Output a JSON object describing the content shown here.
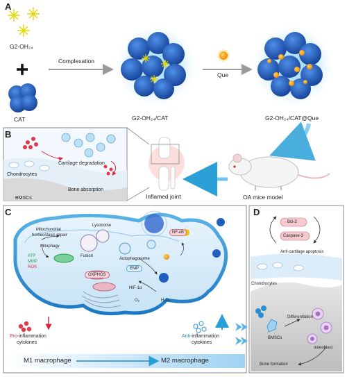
{
  "panels": {
    "A": {
      "letter": "A",
      "g2_label": "G2-OH₂₄",
      "plus": "+",
      "cat_label": "CAT",
      "arrow1_label": "Complexation",
      "complex_label": "G2-OH₂₄/CAT",
      "arrow2_label": "Que",
      "final_label": "G2-OH₂₄/CAT@Que"
    },
    "B": {
      "letter": "B",
      "cartilage_degradation": "Cartilage degradation",
      "chondrocytes": "Chondrocytes",
      "bmscs": "BMSCs",
      "bone_absorption": "Bone absorption",
      "inflamed_joint": "Inflamed joint",
      "oa_mice": "OA mice model"
    },
    "C": {
      "letter": "C",
      "mito_repair": "Mitochondrial",
      "mito_repair2": "homeostasis repair",
      "mitophagy": "Mitophagy",
      "lysosome": "Lysosome",
      "fusion": "Fusion",
      "autophagosome": "Autophagosome",
      "nfkb": "NF-κB",
      "atp": "ATP",
      "mmp": "MMP",
      "ros": "ROS",
      "oxphos": "OXPHOS",
      "emp": "EMP",
      "hif": "HIF-1α",
      "o2": "O₂",
      "h2o2": "H₂O₂",
      "pro_prefix": "Pro",
      "pro_suffix": "-inflammation",
      "pro_line2": "cytokines",
      "anti_prefix": "Anti",
      "anti_suffix": "-inflammation",
      "anti_line2": "cytokines",
      "m1": "M1 macrophage",
      "m2": "M2 macrophage"
    },
    "D": {
      "letter": "D",
      "bcl2": "Bcl-2",
      "caspase3": "Caspase-3",
      "anti_apoptosis": "Anti-cartilage apoptosis",
      "chondrocytes": "Chondrocytes",
      "differentiation": "Differentiation",
      "bmscs": "BMSCs",
      "osteoblast": "osteoblast",
      "bone_formation": "Bone formation"
    }
  },
  "colors": {
    "cat_blue": "#1f5fbf",
    "dendrimer_yellow": "#e8e000",
    "que_orange": "#f5a623",
    "arrow_grey": "#9a9a9a",
    "arrow_blue": "#2a9fd8",
    "panel_border": "#8a8a8a",
    "red_text": "#d7263d"
  }
}
